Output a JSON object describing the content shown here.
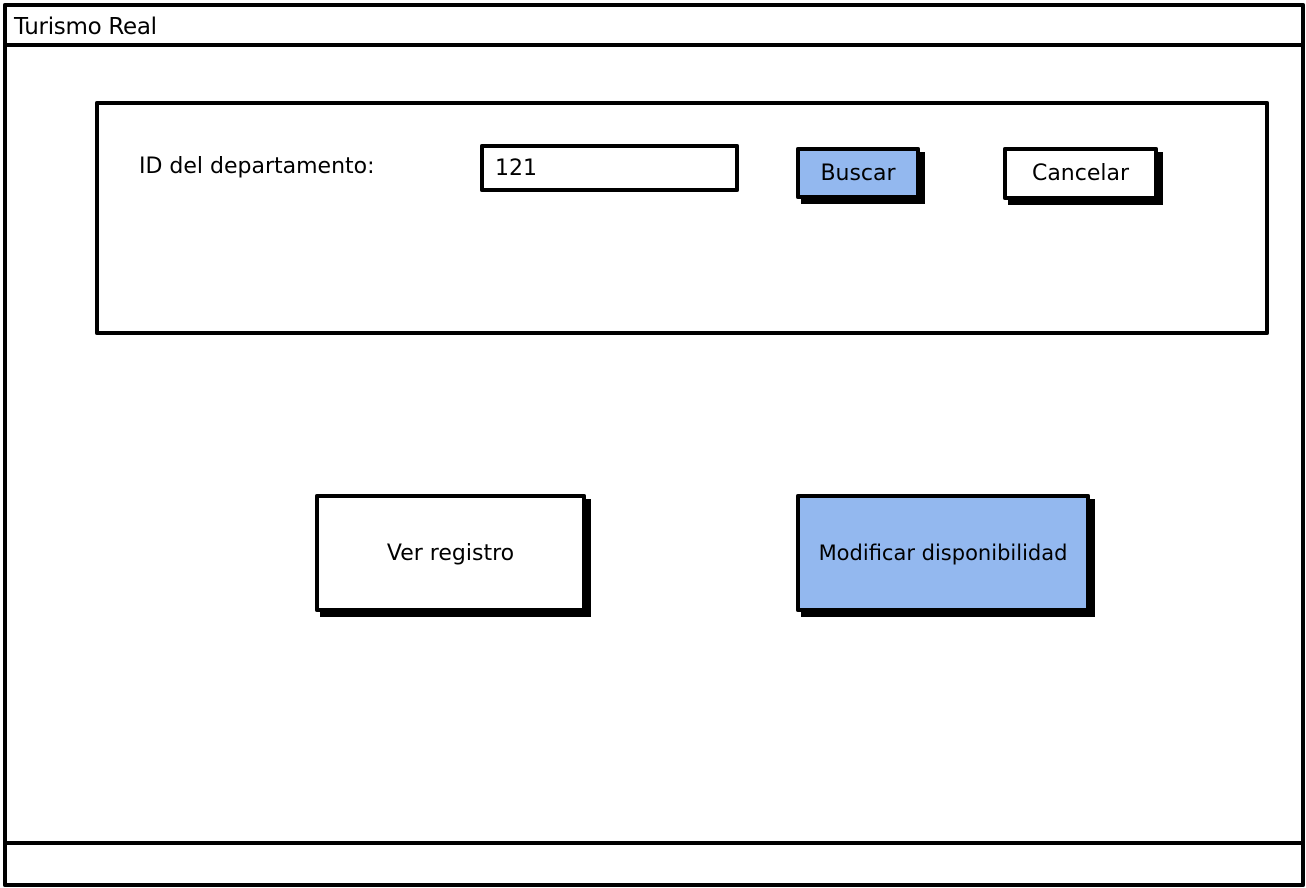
{
  "window": {
    "title": "Turismo Real"
  },
  "search_panel": {
    "id_label": "ID del departamento:",
    "id_value": "121",
    "search_label": "Buscar",
    "cancel_label": "Cancelar"
  },
  "actions": {
    "view_record_label": "Ver registro",
    "modify_availability_label": "Modificar disponibilidad"
  },
  "colors": {
    "accent": "#93b8ef",
    "border": "#000000",
    "background": "#ffffff"
  }
}
